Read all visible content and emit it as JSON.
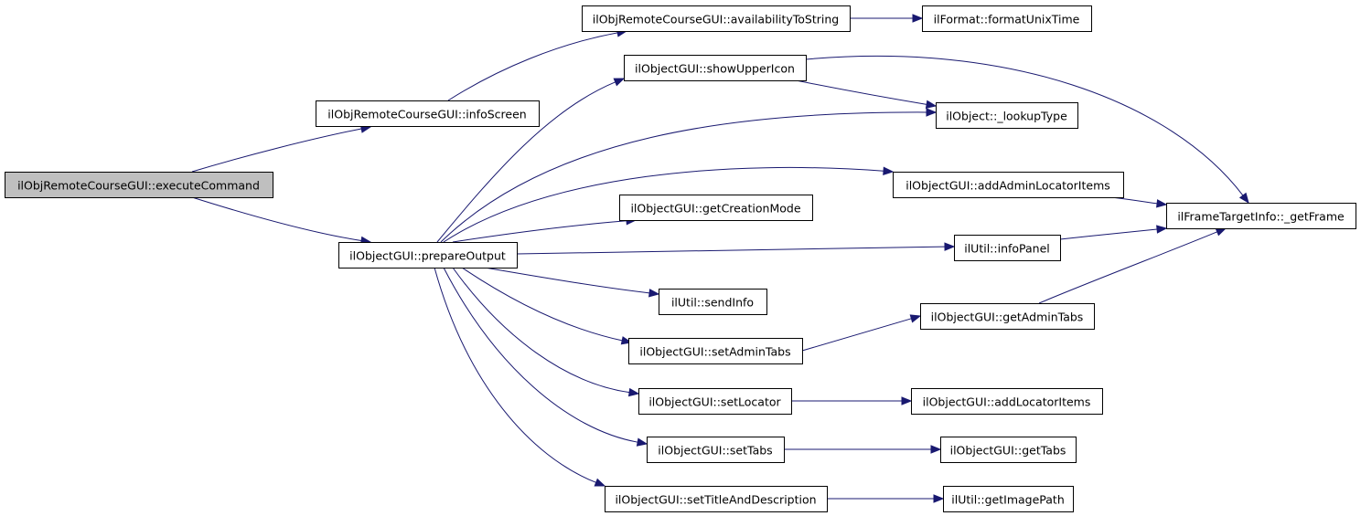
{
  "diagram": {
    "type": "call-graph",
    "root": "n_exec",
    "nodes": [
      {
        "id": "n_exec",
        "label": "ilObjRemoteCourseGUI::executeCommand",
        "highlighted": true
      },
      {
        "id": "n_info",
        "label": "ilObjRemoteCourseGUI::infoScreen"
      },
      {
        "id": "n_prep",
        "label": "ilObjectGUI::prepareOutput"
      },
      {
        "id": "n_avail",
        "label": "ilObjRemoteCourseGUI::availabilityToString"
      },
      {
        "id": "n_fmt",
        "label": "ilFormat::formatUnixTime"
      },
      {
        "id": "n_upper",
        "label": "ilObjectGUI::showUpperIcon"
      },
      {
        "id": "n_lookup",
        "label": "ilObject::_lookupType"
      },
      {
        "id": "n_addadmin",
        "label": "ilObjectGUI::addAdminLocatorItems"
      },
      {
        "id": "n_creation",
        "label": "ilObjectGUI::getCreationMode"
      },
      {
        "id": "n_frame",
        "label": "ilFrameTargetInfo::_getFrame"
      },
      {
        "id": "n_infopanel",
        "label": "ilUtil::infoPanel"
      },
      {
        "id": "n_sendinfo",
        "label": "ilUtil::sendInfo"
      },
      {
        "id": "n_getadmintabs",
        "label": "ilObjectGUI::getAdminTabs"
      },
      {
        "id": "n_setadmintabs",
        "label": "ilObjectGUI::setAdminTabs"
      },
      {
        "id": "n_setlocator",
        "label": "ilObjectGUI::setLocator"
      },
      {
        "id": "n_addlocator",
        "label": "ilObjectGUI::addLocatorItems"
      },
      {
        "id": "n_settabs",
        "label": "ilObjectGUI::setTabs"
      },
      {
        "id": "n_gettabs",
        "label": "ilObjectGUI::getTabs"
      },
      {
        "id": "n_settitle",
        "label": "ilObjectGUI::setTitleAndDescription"
      },
      {
        "id": "n_imagepath",
        "label": "ilUtil::getImagePath"
      }
    ],
    "edges": [
      {
        "from": "n_exec",
        "to": "n_info"
      },
      {
        "from": "n_exec",
        "to": "n_prep"
      },
      {
        "from": "n_info",
        "to": "n_avail"
      },
      {
        "from": "n_avail",
        "to": "n_fmt"
      },
      {
        "from": "n_prep",
        "to": "n_upper"
      },
      {
        "from": "n_prep",
        "to": "n_lookup"
      },
      {
        "from": "n_prep",
        "to": "n_addadmin"
      },
      {
        "from": "n_prep",
        "to": "n_creation"
      },
      {
        "from": "n_prep",
        "to": "n_infopanel"
      },
      {
        "from": "n_prep",
        "to": "n_sendinfo"
      },
      {
        "from": "n_prep",
        "to": "n_setadmintabs"
      },
      {
        "from": "n_prep",
        "to": "n_setlocator"
      },
      {
        "from": "n_prep",
        "to": "n_settabs"
      },
      {
        "from": "n_prep",
        "to": "n_settitle"
      },
      {
        "from": "n_upper",
        "to": "n_lookup"
      },
      {
        "from": "n_upper",
        "to": "n_frame"
      },
      {
        "from": "n_addadmin",
        "to": "n_frame"
      },
      {
        "from": "n_infopanel",
        "to": "n_frame"
      },
      {
        "from": "n_getadmintabs",
        "to": "n_frame"
      },
      {
        "from": "n_setadmintabs",
        "to": "n_getadmintabs"
      },
      {
        "from": "n_setlocator",
        "to": "n_addlocator"
      },
      {
        "from": "n_settabs",
        "to": "n_gettabs"
      },
      {
        "from": "n_settitle",
        "to": "n_imagepath"
      }
    ],
    "colors": {
      "edge": "#191970",
      "node_border": "#000000",
      "node_fill": "#ffffff",
      "root_fill": "#bfbfbf"
    }
  }
}
